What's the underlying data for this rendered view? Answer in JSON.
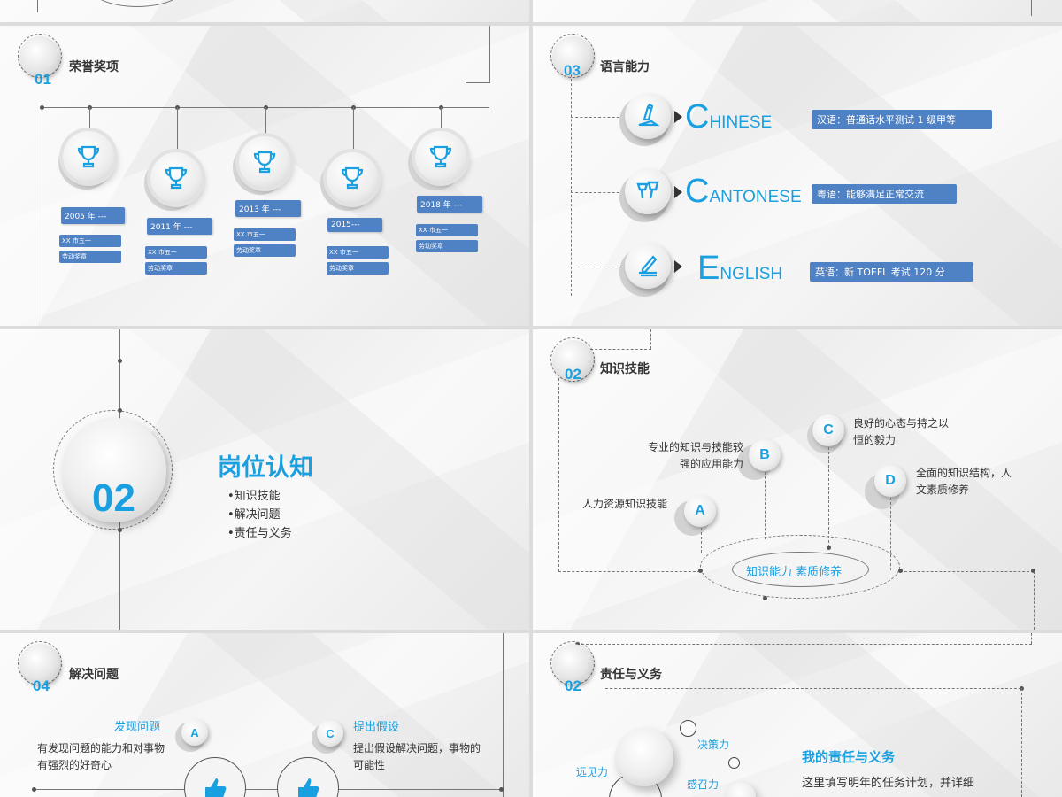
{
  "slide_honors": {
    "number": "01",
    "title": "荣誉奖项",
    "items": [
      {
        "year": "2005 年 ---",
        "line1": "XX 市五一",
        "line2": "劳动奖章"
      },
      {
        "year": "2011 年 ---",
        "line1": "XX 市五一",
        "line2": "劳动奖章"
      },
      {
        "year": "2013 年 ---",
        "line1": "XX 市五一",
        "line2": "劳动奖章"
      },
      {
        "year": "2015---",
        "line1": "XX 市五一",
        "line2": "劳动奖章"
      },
      {
        "year": "2018 年 ---",
        "line1": "XX 市五一",
        "line2": "劳动奖章"
      }
    ],
    "icon": "trophy-icon"
  },
  "slide_language": {
    "number": "03",
    "title": "语言能力",
    "items": [
      {
        "initial": "C",
        "rest": "HINESE",
        "label": "汉语：普通话水平测试 1 级甲等",
        "icon": "pen-hand-icon"
      },
      {
        "initial": "C",
        "rest": "ANTONESE",
        "label": "粤语：能够满足正常交流",
        "icon": "microphone-icon"
      },
      {
        "initial": "E",
        "rest": "NGLISH",
        "label": "英语：新 TOEFL 考试 120 分",
        "icon": "writing-icon"
      }
    ]
  },
  "slide_section": {
    "number": "02",
    "title": "岗位认知",
    "bullets": [
      "•知识技能",
      "•解决问题",
      "•责任与义务"
    ]
  },
  "slide_knowledge": {
    "number": "02",
    "title": "知识技能",
    "points": [
      {
        "letter": "A",
        "text": "人力资源知识技能"
      },
      {
        "letter": "B",
        "text_line1": "专业的知识与技能较",
        "text_line2": "强的应用能力"
      },
      {
        "letter": "C",
        "text_line1": "良好的心态与持之以",
        "text_line2": "恒的毅力"
      },
      {
        "letter": "D",
        "text_line1": "全面的知识结构，人",
        "text_line2": "文素质修养"
      }
    ],
    "center_text": "知识能力 素质修养"
  },
  "slide_problem": {
    "number": "04",
    "title": "解决问题",
    "a": {
      "letter": "A",
      "heading": "发现问题",
      "line1": "有发现问题的能力和对事物",
      "line2": "有强烈的好奇心"
    },
    "c": {
      "letter": "C",
      "heading": "提出假设",
      "line1": "提出假设解决问题，事物的",
      "line2": "可能性"
    }
  },
  "slide_duty": {
    "number": "02",
    "title": "责任与义务",
    "labels": [
      "决策力",
      "远见力",
      "感召力"
    ],
    "heading": "我的责任与义务",
    "body": "这里填写明年的任务计划，并详细"
  },
  "colors": {
    "accent": "#1aa0e0",
    "label_bg": "#4f82c4",
    "line": "#777777"
  }
}
